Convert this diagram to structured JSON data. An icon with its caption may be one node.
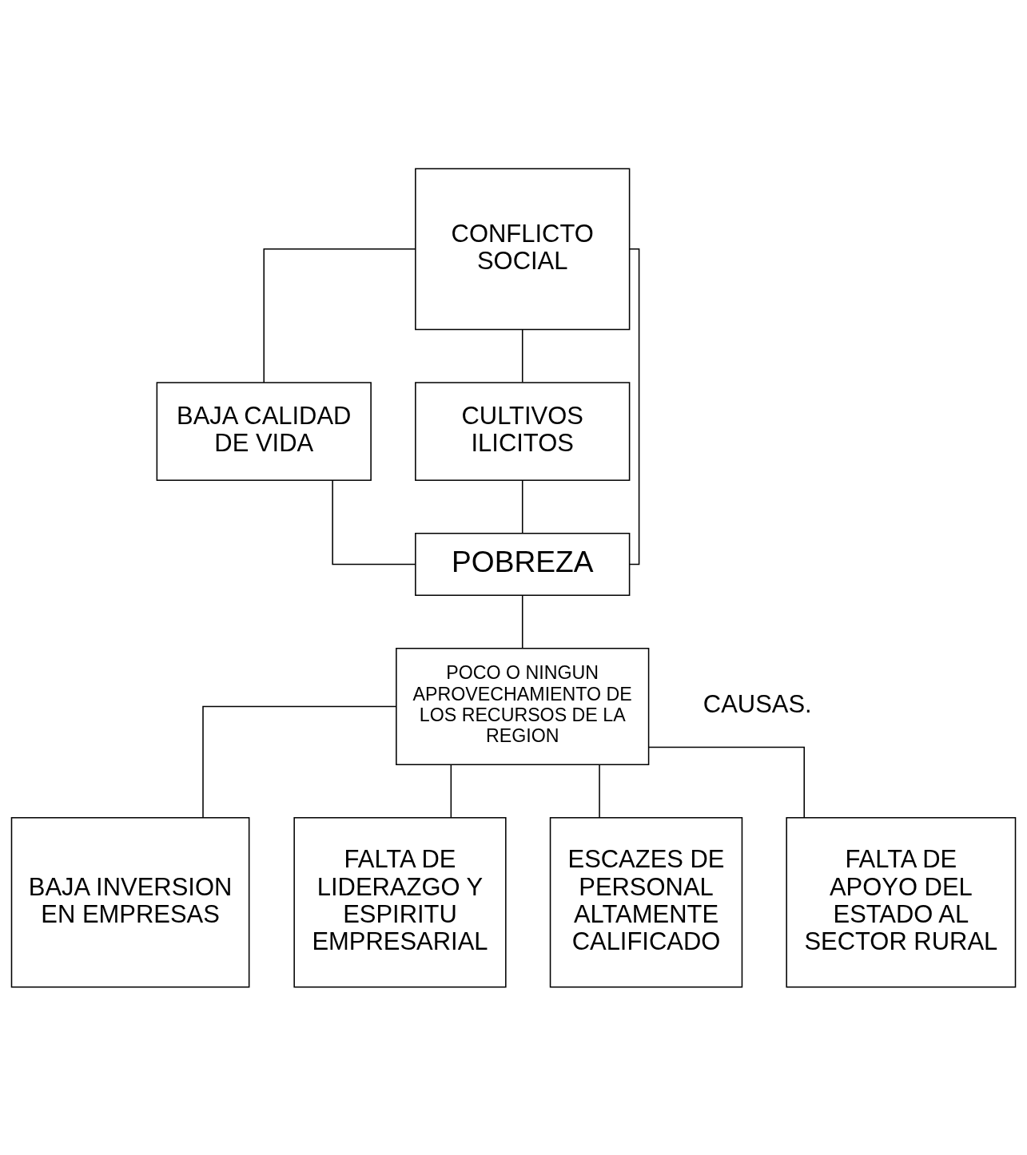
{
  "diagram": {
    "nodes": [
      {
        "text": [
          "CONFLICTO SOCIAL"
        ]
      },
      {
        "text": [
          "BAJA CALIDAD DE VIDA"
        ]
      },
      {
        "text": [
          "CULTIVOS ILICITOS"
        ]
      },
      {
        "text": [
          "POBREZA"
        ]
      },
      {
        "text": [
          "POCO O NINGUN APROVECHAMIENTO DE LOS RECURSOS DE LA REGION"
        ]
      },
      {
        "text": [
          "BAJA INVERSION EN EMPRESAS"
        ]
      },
      {
        "text": [
          "FALTA DE LIDERAZGO Y ESPIRITU EMPRESARIAL"
        ]
      },
      {
        "text": [
          "ESCAZES DE PERSONAL ALTAMENTE CALIFICADO"
        ]
      },
      {
        "text": [
          "FALTA DE APOYO DEL ESTADO AL SECTOR RURAL"
        ]
      }
    ],
    "edges": [
      {
        "from": 0,
        "to": 1,
        "arrow": "none"
      },
      {
        "from": 0,
        "to": 2,
        "arrow": "none"
      },
      {
        "from": 0,
        "to": 3,
        "arrow": "none"
      },
      {
        "from": 1,
        "to": 3,
        "arrow": "none"
      },
      {
        "from": 2,
        "to": 3,
        "arrow": "none"
      },
      {
        "from": 3,
        "to": 4,
        "arrow": "none"
      },
      {
        "from": 4,
        "to": 5,
        "arrow": "none"
      },
      {
        "from": 4,
        "to": 6,
        "arrow": "none"
      },
      {
        "from": 4,
        "to": 7,
        "arrow": "none"
      },
      {
        "from": 4,
        "to": 8,
        "arrow": "none"
      }
    ],
    "labels": [
      "CAUSAS."
    ]
  }
}
